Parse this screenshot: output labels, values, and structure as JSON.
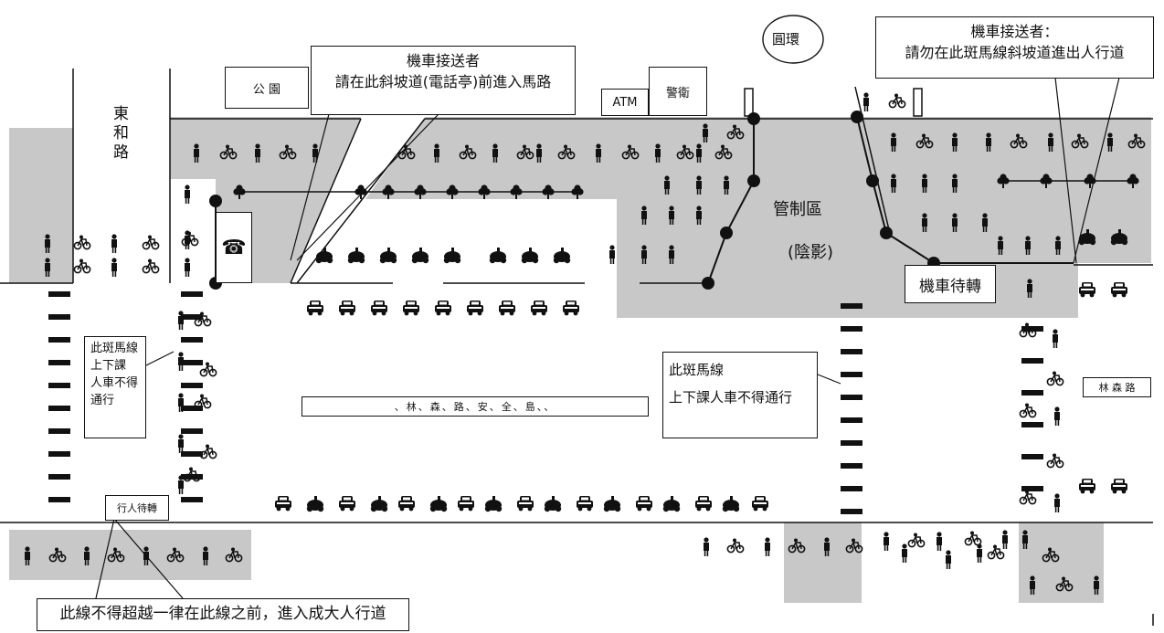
{
  "labels": {
    "road_east": "東和路",
    "park": "公 園",
    "atm": "ATM",
    "police": "警衛",
    "roundabout": "圓環",
    "control_zone": "管制區",
    "control_zone_note": "(陰影)",
    "moto_wait": "機車待轉",
    "lin_sen_road_right": "林 森 路",
    "lin_sen_road_center": "、林、森、路、安、全、島、、",
    "ped_wait": "行人待轉"
  },
  "callouts": {
    "ramp_line1": "機車接送者",
    "ramp_line2": "請在此斜坡道(電話亭)前進入馬路",
    "right_line1": "機車接送者：",
    "right_line2": "請勿在此斑馬線斜坡道進出人行道",
    "left_zebra_1": "此斑馬線",
    "left_zebra_2": "上下課",
    "left_zebra_3": "人車不得",
    "left_zebra_4": "通行",
    "mid_zebra_1": "此斑馬線",
    "mid_zebra_2": "上下課人車不得通行",
    "bottom": "此線不得超越一律在此線之前，進入成大人行道"
  },
  "colors": {
    "shade": "#c8c8c8",
    "ink": "#111111"
  }
}
